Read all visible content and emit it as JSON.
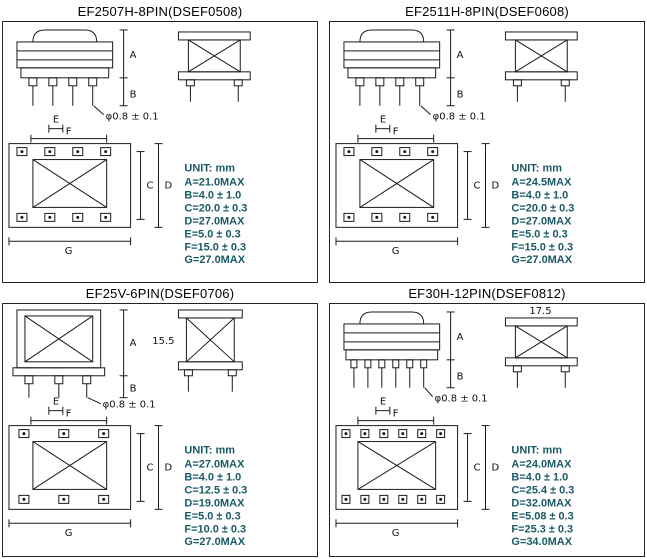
{
  "sheet": {
    "background": "#ffffff",
    "line_color": "#1a1a1a",
    "spec_text_color": "#1a5a66",
    "title_color": "#000000"
  },
  "dim_letters": {
    "A": "A",
    "B": "B",
    "C": "C",
    "D": "D",
    "E": "E",
    "F": "F",
    "G": "G"
  },
  "panels": [
    {
      "title": "EF2507H-8PIN(DSEF0508)",
      "pin_dia": "φ0.8 ± 0.1",
      "unit_label": "UNIT: mm",
      "specs": [
        "A=21.0MAX",
        "B=4.0 ± 1.0",
        "C=20.0 ± 0.3",
        "D=27.0MAX",
        "E=5.0 ± 0.3",
        "F=15.0 ± 0.3",
        "G=27.0MAX"
      ]
    },
    {
      "title": "EF2511H-8PIN(DSEF0608)",
      "pin_dia": "φ0.8 ± 0.1",
      "unit_label": "UNIT: mm",
      "specs": [
        "A=24.5MAX",
        "B=4.0 ± 1.0",
        "C=20.0 ± 0.3",
        "D=27.0MAX",
        "E=5.0 ± 0.3",
        "F=15.0 ± 0.3",
        "G=27.0MAX"
      ]
    },
    {
      "title": "EF25V-6PIN(DSEF0706)",
      "pin_dia": "φ0.8 ± 0.1",
      "unit_label": "UNIT: mm",
      "extra_dim": "15.5",
      "specs": [
        "A=27.0MAX",
        "B=4.0 ± 1.0",
        "C=12.5 ± 0.3",
        "D=19.0MAX",
        "E=5.0 ± 0.3",
        "F=10.0 ± 0.3",
        "G=27.0MAX"
      ]
    },
    {
      "title": "EF30H-12PIN(DSEF0812)",
      "pin_dia": "φ0.8 ± 0.1",
      "unit_label": "UNIT: mm",
      "extra_dim": "17.5",
      "specs": [
        "A=24.0MAX",
        "B=4.0 ± 1.0",
        "C=25.4 ± 0.3",
        "D=32.0MAX",
        "E=5.08 ± 0.3",
        "F=25.3 ± 0.3",
        "G=34.0MAX"
      ]
    }
  ]
}
